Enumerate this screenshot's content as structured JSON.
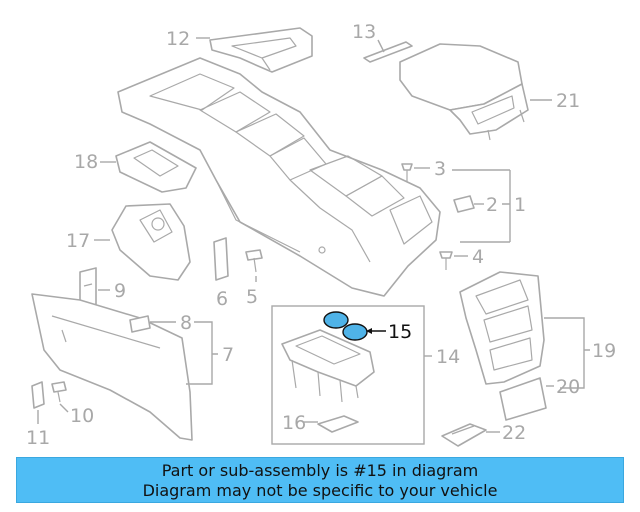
{
  "highlight": {
    "part_number": "15",
    "fill_color": "#4fb3e8"
  },
  "callouts": {
    "c1": "1",
    "c2": "2",
    "c3": "3",
    "c4": "4",
    "c5": "5",
    "c6": "6",
    "c7": "7",
    "c8": "8",
    "c9": "9",
    "c10": "10",
    "c11": "11",
    "c12": "12",
    "c13": "13",
    "c14": "14",
    "c15": "15",
    "c16": "16",
    "c17": "17",
    "c18": "18",
    "c19": "19",
    "c20": "20",
    "c21": "21",
    "c22": "22"
  },
  "banner": {
    "line1": "Part or sub-assembly is #15 in diagram",
    "line2": "Diagram may not be specific to your vehicle",
    "background": "#4fbdf5"
  }
}
